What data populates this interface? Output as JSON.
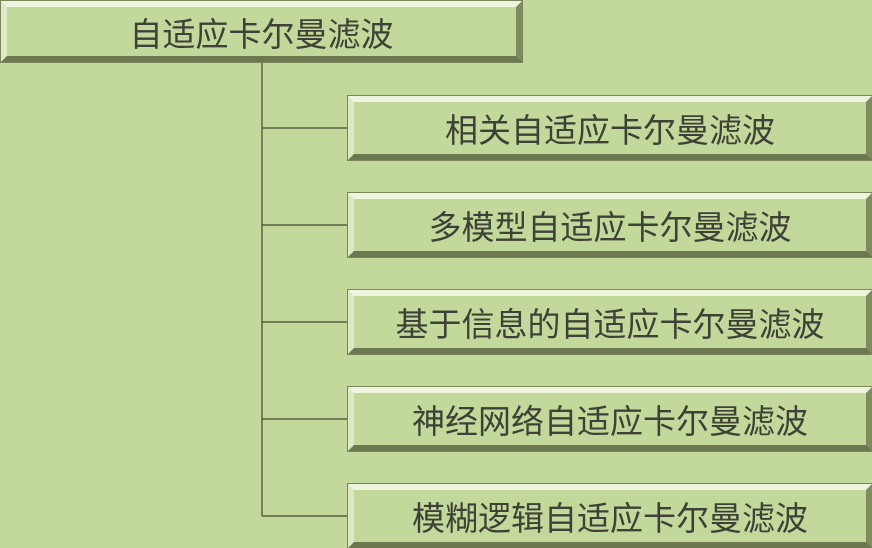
{
  "diagram": {
    "root": {
      "label": "自适应卡尔曼滤波"
    },
    "children": [
      {
        "label": "相关自适应卡尔曼滤波"
      },
      {
        "label": "多模型自适应卡尔曼滤波"
      },
      {
        "label": "基于信息的自适应卡尔曼滤波"
      },
      {
        "label": "神经网络自适应卡尔曼滤波"
      },
      {
        "label": "模糊逻辑自适应卡尔曼滤波"
      }
    ],
    "colors": {
      "background": "#c3d89b",
      "text": "#3e4236",
      "connector": "#3f4a2e"
    }
  }
}
